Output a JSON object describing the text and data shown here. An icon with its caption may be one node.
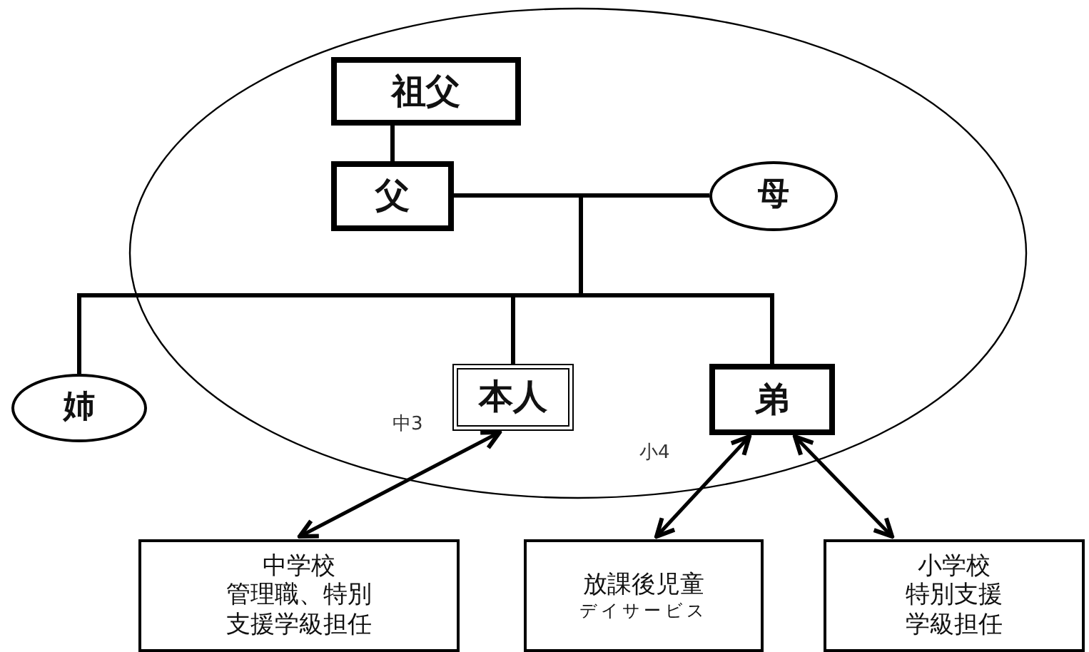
{
  "diagram": {
    "nodes": [
      {
        "text": [],
        "shape": "circle"
      },
      {
        "text": [
          "祖父"
        ],
        "in": 0
      },
      {
        "text": [
          "父"
        ],
        "in": 0
      },
      {
        "text": [
          "母"
        ],
        "in": 0
      },
      {
        "text": [
          "姉"
        ]
      },
      {
        "text": [
          "本人"
        ],
        "in": 0,
        "beside": [
          "中3"
        ]
      },
      {
        "text": [
          "弟"
        ],
        "in": 0,
        "beside": [
          "小4"
        ]
      },
      {
        "text": [
          "中学校",
          "管理職、特別支援学級担任"
        ]
      },
      {
        "text": [
          "放課後児童",
          "デイサービス"
        ]
      },
      {
        "text": [
          "小学校",
          "特別支援学級担任"
        ]
      }
    ],
    "edges": [
      {
        "from": 1,
        "to": 2,
        "arrow": "none"
      },
      {
        "from": 2,
        "to": 3,
        "arrow": "none"
      },
      {
        "from": 2,
        "to": 4,
        "arrow": "none"
      },
      {
        "from": 2,
        "to": 5,
        "arrow": "none"
      },
      {
        "from": 2,
        "to": 6,
        "arrow": "none"
      },
      {
        "from": 3,
        "to": 4,
        "arrow": "none"
      },
      {
        "from": 3,
        "to": 5,
        "arrow": "none"
      },
      {
        "from": 3,
        "to": 6,
        "arrow": "none"
      },
      {
        "from": 5,
        "to": 7,
        "arrow": "both"
      },
      {
        "from": 6,
        "to": 8,
        "arrow": "both"
      },
      {
        "from": 6,
        "to": 9,
        "arrow": "both"
      }
    ]
  }
}
